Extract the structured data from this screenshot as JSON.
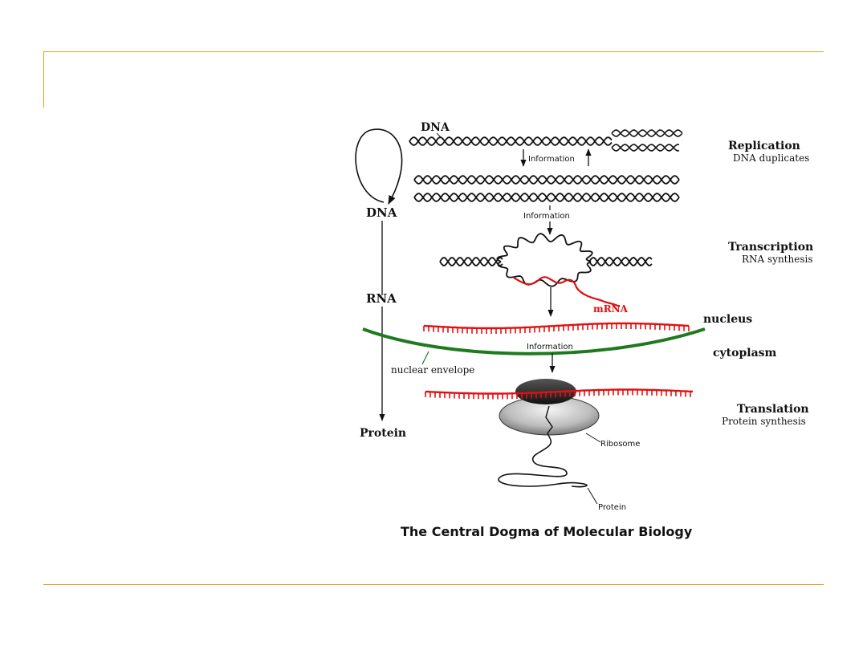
{
  "colors": {
    "frame": "#d4a020",
    "ink": "#111111",
    "mrna": "#e01010",
    "envelope": "#1f7a1f"
  },
  "diagram": {
    "left_flow": {
      "dna": "DNA",
      "rna": "RNA",
      "protein": "Protein"
    },
    "dna_label": "DNA",
    "info_replication": "Information",
    "info_transcription": "Information",
    "info_translation": "Information",
    "replication": {
      "title": "Replication",
      "subtitle": "DNA duplicates"
    },
    "transcription": {
      "title": "Transcription",
      "subtitle": "RNA synthesis"
    },
    "translation": {
      "title": "Translation",
      "subtitle": "Protein synthesis"
    },
    "mrna_label": "mRNA",
    "nucleus_label": "nucleus",
    "cytoplasm_label": "cytoplasm",
    "envelope_label": "nuclear envelope",
    "ribosome_label": "Ribosome",
    "protein_label": "Protein",
    "caption": "The Central Dogma of Molecular Biology"
  }
}
